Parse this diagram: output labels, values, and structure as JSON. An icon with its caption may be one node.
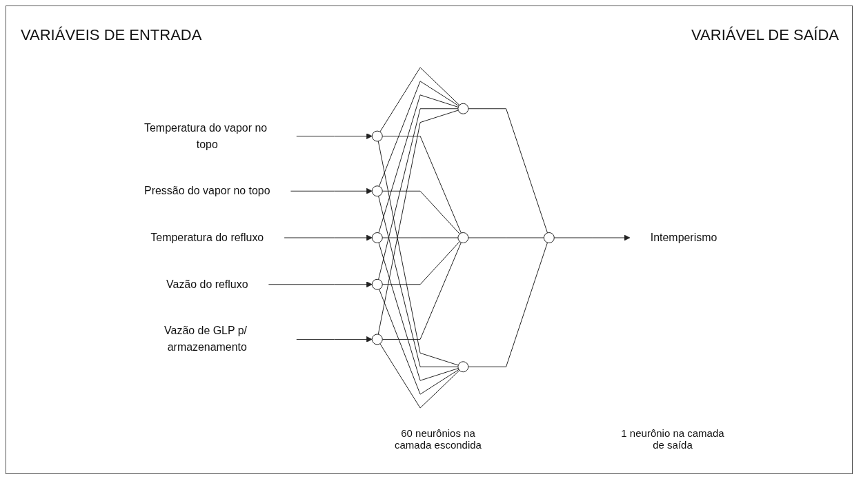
{
  "diagram": {
    "nodes": [
      {
        "text": [
          "Temperatura do vapor no topo"
        ]
      },
      {
        "text": [
          "Pressão do vapor no topo"
        ]
      },
      {
        "text": [
          "Temperatura do refluxo"
        ]
      },
      {
        "text": [
          "Vazão do refluxo"
        ]
      },
      {
        "text": [
          "Vazão de GLP p/ armazenamento"
        ]
      },
      {
        "text": [],
        "shape": "circle"
      },
      {
        "text": [],
        "shape": "circle"
      },
      {
        "text": [],
        "shape": "circle"
      },
      {
        "text": [],
        "shape": "circle"
      },
      {
        "text": [],
        "shape": "circle"
      },
      {
        "text": [],
        "shape": "circle"
      },
      {
        "text": [],
        "shape": "circle"
      },
      {
        "text": [],
        "shape": "circle"
      },
      {
        "text": [],
        "shape": "circle"
      },
      {
        "text": [
          "Intemperismo"
        ]
      }
    ],
    "edges": [
      {
        "from": 0,
        "to": 5,
        "arrow": "to"
      },
      {
        "from": 1,
        "to": 6,
        "arrow": "to"
      },
      {
        "from": 2,
        "to": 7,
        "arrow": "to"
      },
      {
        "from": 3,
        "to": 8,
        "arrow": "to"
      },
      {
        "from": 4,
        "to": 9,
        "arrow": "to"
      },
      {
        "from": 5,
        "to": 10,
        "arrow": "none"
      },
      {
        "from": 5,
        "to": 11,
        "arrow": "none"
      },
      {
        "from": 5,
        "to": 12,
        "arrow": "none"
      },
      {
        "from": 6,
        "to": 10,
        "arrow": "none"
      },
      {
        "from": 6,
        "to": 11,
        "arrow": "none"
      },
      {
        "from": 6,
        "to": 12,
        "arrow": "none"
      },
      {
        "from": 7,
        "to": 10,
        "arrow": "none"
      },
      {
        "from": 7,
        "to": 11,
        "arrow": "none"
      },
      {
        "from": 7,
        "to": 12,
        "arrow": "none"
      },
      {
        "from": 8,
        "to": 10,
        "arrow": "none"
      },
      {
        "from": 8,
        "to": 11,
        "arrow": "none"
      },
      {
        "from": 8,
        "to": 12,
        "arrow": "none"
      },
      {
        "from": 9,
        "to": 10,
        "arrow": "none"
      },
      {
        "from": 9,
        "to": 11,
        "arrow": "none"
      },
      {
        "from": 9,
        "to": 12,
        "arrow": "none"
      },
      {
        "from": 10,
        "to": 13,
        "arrow": "none"
      },
      {
        "from": 11,
        "to": 13,
        "arrow": "none"
      },
      {
        "from": 12,
        "to": 13,
        "arrow": "none"
      },
      {
        "from": 13,
        "to": 14,
        "arrow": "to"
      }
    ],
    "labels": [
      "VARIÁVEIS DE ENTRADA",
      "VARIÁVEL DE SAÍDA",
      "60 neurônios na camada escondida",
      "1 neurônio na camada de saída"
    ]
  }
}
